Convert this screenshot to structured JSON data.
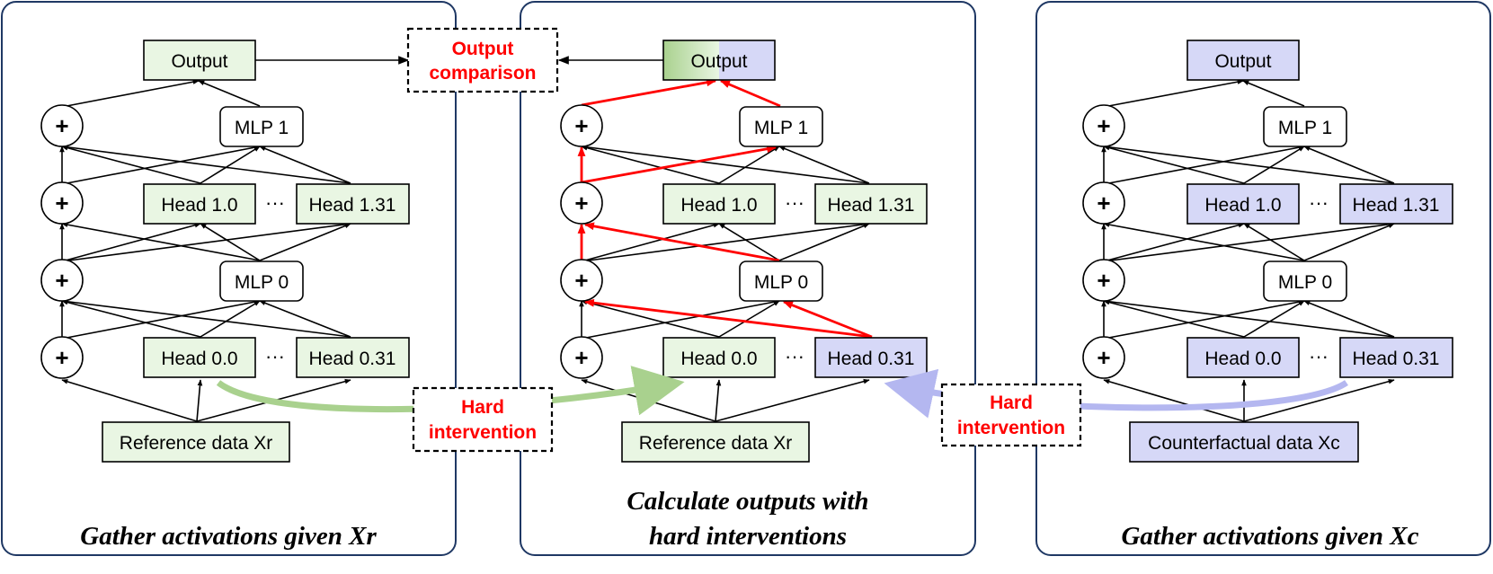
{
  "panels": {
    "left": {
      "caption": "Gather activations given Xr",
      "output": "Output",
      "mlp1": "MLP 1",
      "mlp0": "MLP 0",
      "head_a1": "Head 1.0",
      "head_b1": "Head 1.31",
      "head_a0": "Head 0.0",
      "head_b0": "Head 0.31",
      "dots": "···",
      "data": "Reference data Xr",
      "plus": "+"
    },
    "middle": {
      "caption_line1": "Calculate outputs with",
      "caption_line2": "hard interventions",
      "output": "Output",
      "mlp1": "MLP 1",
      "mlp0": "MLP 0",
      "head_a1": "Head 1.0",
      "head_b1": "Head 1.31",
      "head_a0": "Head 0.0",
      "head_b0": "Head 0.31",
      "dots": "···",
      "data": "Reference data Xr",
      "plus": "+"
    },
    "right": {
      "caption": "Gather activations given Xc",
      "output": "Output",
      "mlp1": "MLP 1",
      "mlp0": "MLP 0",
      "head_a1": "Head 1.0",
      "head_b1": "Head 1.31",
      "head_a0": "Head 0.0",
      "head_b0": "Head 0.31",
      "dots": "···",
      "data": "Counterfactual data Xc",
      "plus": "+"
    }
  },
  "annotations": {
    "output_comparison_line1": "Output",
    "output_comparison_line2": "comparison",
    "hard_intervention_left_line1": "Hard",
    "hard_intervention_left_line2": "intervention",
    "hard_intervention_right_line1": "Hard",
    "hard_intervention_right_line2": "intervention"
  },
  "colors": {
    "reference_fill": "#e9f6e3",
    "counterfactual_fill": "#d6d8f7",
    "intervention_path": "#ff0000",
    "reference_arrow": "#a9d18e",
    "counterfactual_arrow": "#b4b7f0",
    "panel_border": "#1f3864"
  }
}
